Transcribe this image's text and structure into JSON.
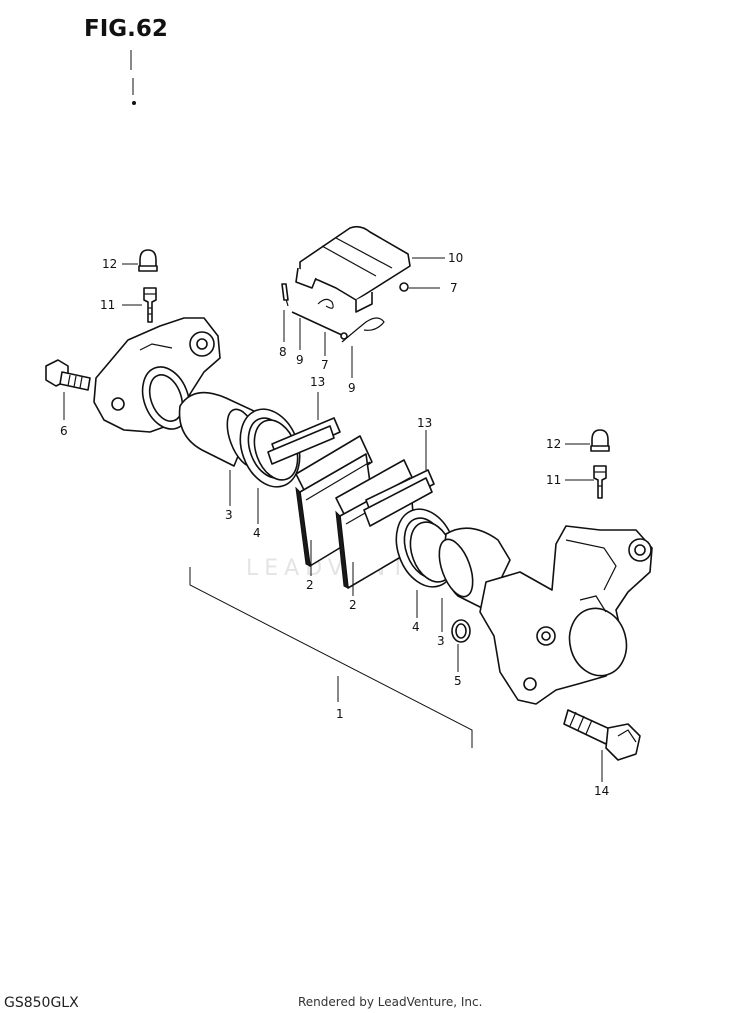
{
  "figure": {
    "title": "FIG.62",
    "model_code": "GS850GLX",
    "footer": "Rendered by LeadVenture, Inc.",
    "watermark": "LEADVENTURE"
  },
  "callouts": [
    {
      "id": "c-1",
      "number": "1"
    },
    {
      "id": "c-2a",
      "number": "2"
    },
    {
      "id": "c-2b",
      "number": "2"
    },
    {
      "id": "c-3a",
      "number": "3"
    },
    {
      "id": "c-3b",
      "number": "3"
    },
    {
      "id": "c-4a",
      "number": "4"
    },
    {
      "id": "c-4b",
      "number": "4"
    },
    {
      "id": "c-5",
      "number": "5"
    },
    {
      "id": "c-6",
      "number": "6"
    },
    {
      "id": "c-7a",
      "number": "7"
    },
    {
      "id": "c-7b",
      "number": "7"
    },
    {
      "id": "c-8",
      "number": "8"
    },
    {
      "id": "c-9a",
      "number": "9"
    },
    {
      "id": "c-9b",
      "number": "9"
    },
    {
      "id": "c-10",
      "number": "10"
    },
    {
      "id": "c-11a",
      "number": "11"
    },
    {
      "id": "c-11b",
      "number": "11"
    },
    {
      "id": "c-12a",
      "number": "12"
    },
    {
      "id": "c-12b",
      "number": "12"
    },
    {
      "id": "c-13a",
      "number": "13"
    },
    {
      "id": "c-13b",
      "number": "13"
    },
    {
      "id": "c-14",
      "number": "14"
    }
  ]
}
